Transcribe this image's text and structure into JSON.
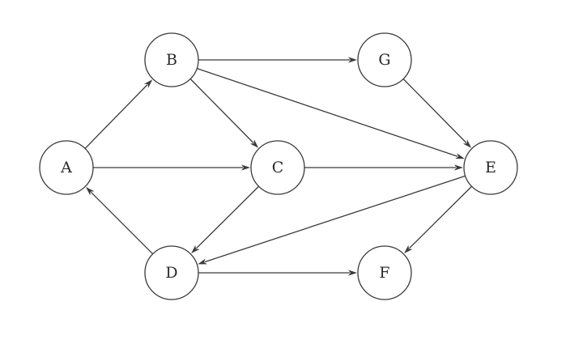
{
  "diagram": {
    "type": "directed-graph",
    "nodes": [
      {
        "id": "A",
        "label": "A"
      },
      {
        "id": "B",
        "label": "B"
      },
      {
        "id": "C",
        "label": "C"
      },
      {
        "id": "D",
        "label": "D"
      },
      {
        "id": "E",
        "label": "E"
      },
      {
        "id": "F",
        "label": "F"
      },
      {
        "id": "G",
        "label": "G"
      }
    ],
    "edges": [
      {
        "from": "A",
        "to": "B"
      },
      {
        "from": "A",
        "to": "C"
      },
      {
        "from": "B",
        "to": "G"
      },
      {
        "from": "B",
        "to": "C"
      },
      {
        "from": "B",
        "to": "E"
      },
      {
        "from": "G",
        "to": "E"
      },
      {
        "from": "C",
        "to": "E"
      },
      {
        "from": "C",
        "to": "D"
      },
      {
        "from": "D",
        "to": "A"
      },
      {
        "from": "D",
        "to": "F"
      },
      {
        "from": "E",
        "to": "D"
      },
      {
        "from": "E",
        "to": "F"
      }
    ]
  }
}
